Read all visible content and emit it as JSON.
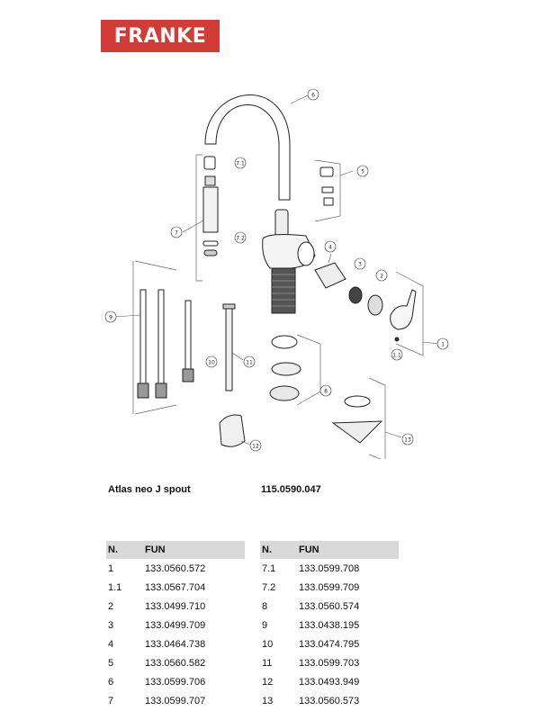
{
  "brand": {
    "logo_text": "FRANKE",
    "color": "#d23b36"
  },
  "product": {
    "name": "Atlas neo J spout",
    "code": "115.0590.047"
  },
  "callouts": [
    "1",
    "1.1",
    "2",
    "3",
    "4",
    "5",
    "6",
    "7",
    "7.1",
    "7.2",
    "8",
    "9",
    "10",
    "11",
    "12",
    "13"
  ],
  "table": {
    "headers": {
      "n": "N.",
      "fun": "FUN"
    },
    "left": [
      {
        "n": "1",
        "fun": "133.0560.572"
      },
      {
        "n": "1.1",
        "fun": "133.0567.704"
      },
      {
        "n": "2",
        "fun": "133.0499.710"
      },
      {
        "n": "3",
        "fun": "133.0499.709"
      },
      {
        "n": "4",
        "fun": "133.0464.738"
      },
      {
        "n": "5",
        "fun": "133.0560.582"
      },
      {
        "n": "6",
        "fun": "133.0599.706"
      },
      {
        "n": "7",
        "fun": "133.0599.707"
      }
    ],
    "right": [
      {
        "n": "7.1",
        "fun": "133.0599.708"
      },
      {
        "n": "7.2",
        "fun": "133.0599.709"
      },
      {
        "n": "8",
        "fun": "133.0560.574"
      },
      {
        "n": "9",
        "fun": "133.0438.195"
      },
      {
        "n": "10",
        "fun": "133.0474.795"
      },
      {
        "n": "11",
        "fun": "133.0599.703"
      },
      {
        "n": "12",
        "fun": "133.0493.949"
      },
      {
        "n": "13",
        "fun": "133.0560.573"
      }
    ]
  }
}
